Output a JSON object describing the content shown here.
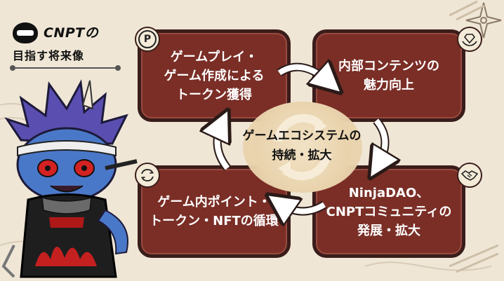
{
  "logo": {
    "line1": "CNPTの",
    "line2": "目指す将来像"
  },
  "boxes": {
    "top_left": {
      "lines": [
        "ゲームプレイ・",
        "ゲーム作成による",
        "トークン獲得"
      ],
      "icon": "token-coin-icon"
    },
    "top_right": {
      "lines": [
        "内部コンテンツの",
        "魅力向上"
      ],
      "icon": "gem-hands-icon"
    },
    "bottom_right": {
      "lines": [
        "NinjaDAO、",
        "CNPTコミュニティの",
        "発展・拡大"
      ],
      "icon": "handshake-icon"
    },
    "bottom_left": {
      "lines": [
        "ゲーム内ポイント・",
        "トークン・NFTの循環"
      ],
      "icon": "cycle-arrows-icon"
    }
  },
  "center": {
    "lines": [
      "ゲームエコシステムの",
      "持続・拡大"
    ]
  },
  "colors": {
    "background": "#efe6d6",
    "box_fill": "#7a2e26",
    "box_border": "#3a1d1a",
    "arrow": "#ffffff",
    "character_skin": "#4a78c8",
    "character_hair": "#5a4fb0"
  },
  "icons": [
    "ninja-mask-icon",
    "token-coin-icon",
    "gem-hands-icon",
    "cycle-arrows-icon",
    "handshake-icon",
    "shuriken-icon",
    "cycle-arrow"
  ]
}
